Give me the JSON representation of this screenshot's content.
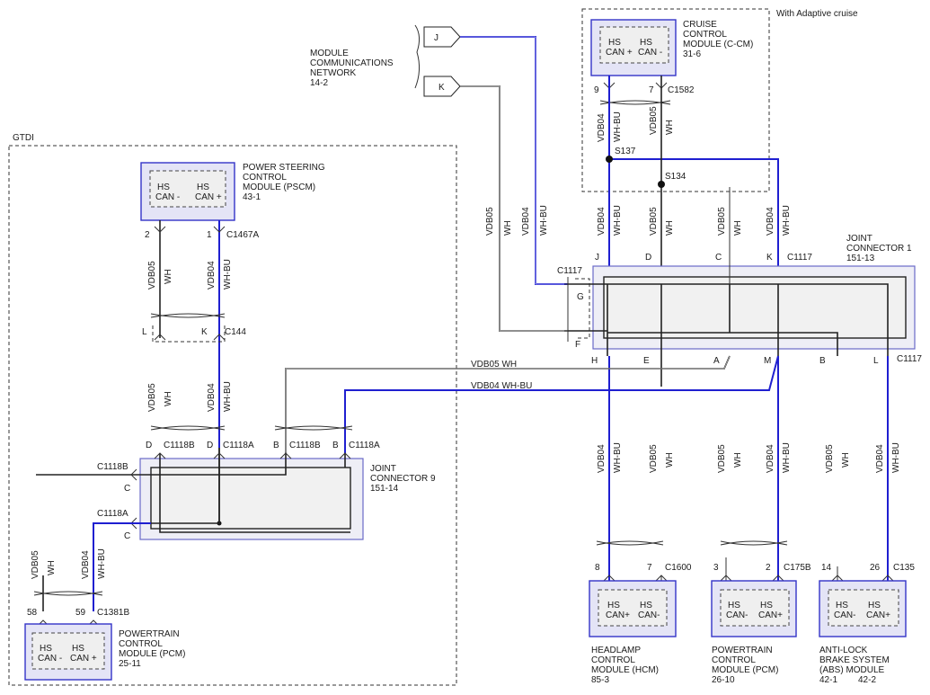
{
  "colors": {
    "wire_blue": "#1f1fd0",
    "wire_black": "#222222",
    "module_fill": "#e4e4f6",
    "module_border": "#3434c8"
  },
  "regions": {
    "gtdi": "GTDI",
    "adaptive": "With Adaptive cruise"
  },
  "network": {
    "line1": "MODULE",
    "line2": "COMMUNICATIONS",
    "line3": "NETWORK",
    "page": "14-2",
    "arrow_j": "J",
    "arrow_k": "K"
  },
  "ccm": {
    "l1": "CRUISE",
    "l2": "CONTROL",
    "l3": "MODULE (C-CM)",
    "page": "31-6",
    "can_a": "HS",
    "can_a2": "CAN +",
    "can_b": "HS",
    "can_b2": "CAN -",
    "pin_a": "9",
    "pin_b": "7",
    "connector": "C1582"
  },
  "pscm": {
    "l1": "POWER STEERING",
    "l2": "CONTROL",
    "l3": "MODULE (PSCM)",
    "page": "43-1",
    "can_a": "HS",
    "can_a2": "CAN -",
    "can_b": "HS",
    "can_b2": "CAN +",
    "pin_a": "2",
    "pin_b": "1",
    "connector": "C1467A"
  },
  "pcm_left": {
    "l1": "POWERTRAIN",
    "l2": "CONTROL",
    "l3": "MODULE (PCM)",
    "page": "25-11",
    "can_a": "HS",
    "can_a2": "CAN -",
    "can_b": "HS",
    "can_b2": "CAN +",
    "pin_a": "58",
    "pin_b": "59",
    "connector": "C1381B"
  },
  "hcm": {
    "l1": "HEADLAMP",
    "l2": "CONTROL",
    "l3": "MODULE (HCM)",
    "page": "85-3",
    "can_a": "HS",
    "can_a2": "CAN+",
    "can_b": "HS",
    "can_b2": "CAN-",
    "pin_a": "8",
    "pin_b": "7",
    "connector": "C1600"
  },
  "pcm_right": {
    "l1": "POWERTRAIN",
    "l2": "CONTROL",
    "l3": "MODULE (PCM)",
    "page": "26-10",
    "can_a": "HS",
    "can_a2": "CAN-",
    "can_b": "HS",
    "can_b2": "CAN+",
    "pin_a": "3",
    "pin_b": "2",
    "connector": "C175B"
  },
  "abs": {
    "l1": "ANTI-LOCK",
    "l2": "BRAKE SYSTEM",
    "l3": "(ABS) MODULE",
    "page_a": "42-1",
    "page_b": "42-2",
    "can_a": "HS",
    "can_a2": "CAN-",
    "can_b": "HS",
    "can_b2": "CAN+",
    "pin_a": "14",
    "pin_b": "26",
    "connector": "C135"
  },
  "jc1": {
    "l1": "JOINT",
    "l2": "CONNECTOR 1",
    "page": "151-13",
    "connector": "C1117",
    "connector_bottom": "C1117",
    "pin_j": "J",
    "pin_d": "D",
    "pin_c": "C",
    "pin_k": "K",
    "pin_g": "G",
    "pin_f": "F",
    "pin_h": "H",
    "pin_e": "E",
    "pin_a": "A",
    "pin_m": "M",
    "pin_b": "B",
    "pin_l": "L"
  },
  "jc9": {
    "l1": "JOINT",
    "l2": "CONNECTOR 9",
    "page": "151-14",
    "conn_b": "C1118B",
    "conn_a": "C1118A",
    "pin_d1": "D",
    "pin_d2": "D",
    "pin_b1": "B",
    "pin_b2": "B",
    "pin_c1": "C",
    "pin_c2": "C",
    "side_b": "C1118B",
    "side_a": "C1118A"
  },
  "splices": {
    "s137": "S137",
    "s134": "S134",
    "c144": "C144",
    "pin_l": "L",
    "pin_k": "K"
  },
  "wires": {
    "vdb04": "VDB04",
    "vdb05": "VDB05",
    "wh": "WH",
    "whbu": "WH-BU",
    "horiz_05": "VDB05   WH",
    "horiz_04": "VDB04   WH-BU"
  }
}
